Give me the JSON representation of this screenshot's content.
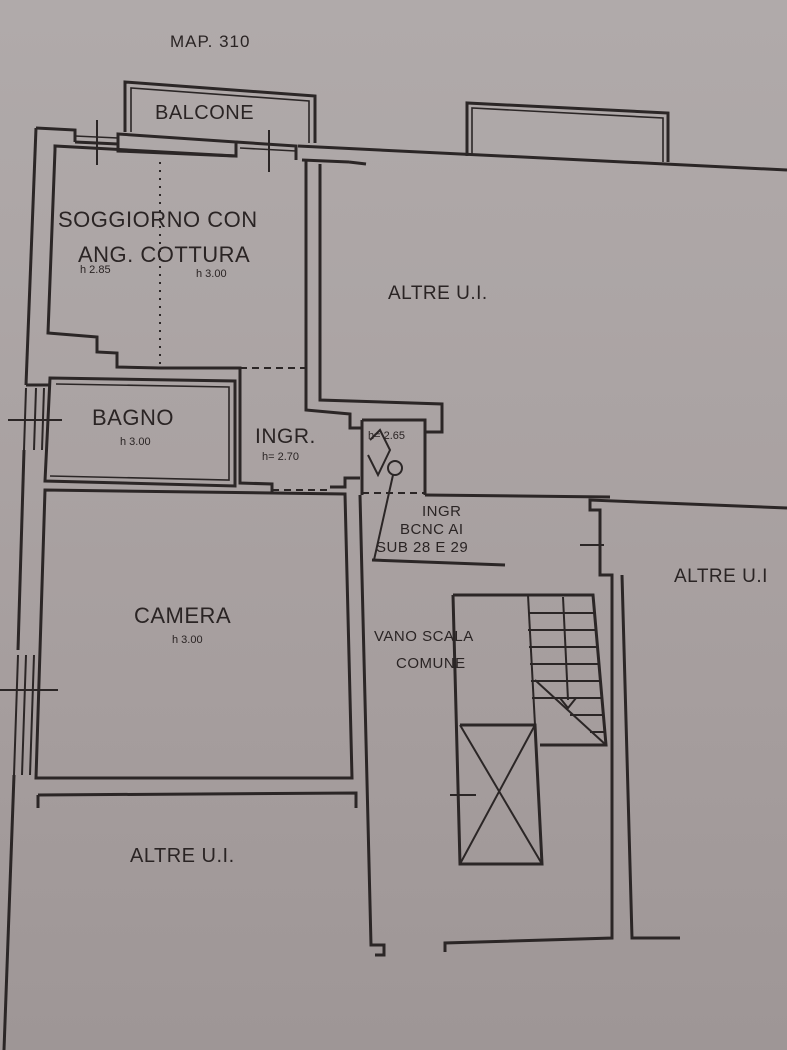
{
  "plan": {
    "map_ref": "MAP. 310",
    "rooms": [
      {
        "id": "balcone",
        "name": "BALCONE"
      },
      {
        "id": "soggiorno",
        "name_line1": "SOGGIORNO CON",
        "name_line2": "ANG. COTTURA",
        "height_left": "h 2.85",
        "height_right": "h 3.00"
      },
      {
        "id": "bagno",
        "name": "BAGNO",
        "height": "h 3.00"
      },
      {
        "id": "ingresso",
        "name": "INGR.",
        "height": "h= 2.70"
      },
      {
        "id": "disimpegno",
        "height": "h= 2.65"
      },
      {
        "id": "camera",
        "name": "CAMERA",
        "height": "h 3.00"
      },
      {
        "id": "vano-scala",
        "name_line1": "VANO SCALA",
        "name_line2": "COMUNE"
      }
    ],
    "entrance_note": {
      "line1": "INGR",
      "line2": "BCNC AI",
      "line3": "SUB 28 E 29"
    },
    "others": [
      {
        "id": "altre-top",
        "label": "ALTRE U.I."
      },
      {
        "id": "altre-right",
        "label": "ALTRE U.I"
      },
      {
        "id": "altre-bottom",
        "label": "ALTRE U.I."
      }
    ]
  },
  "colors": {
    "paper": "#aca5a5",
    "ink": "#2b2626"
  }
}
